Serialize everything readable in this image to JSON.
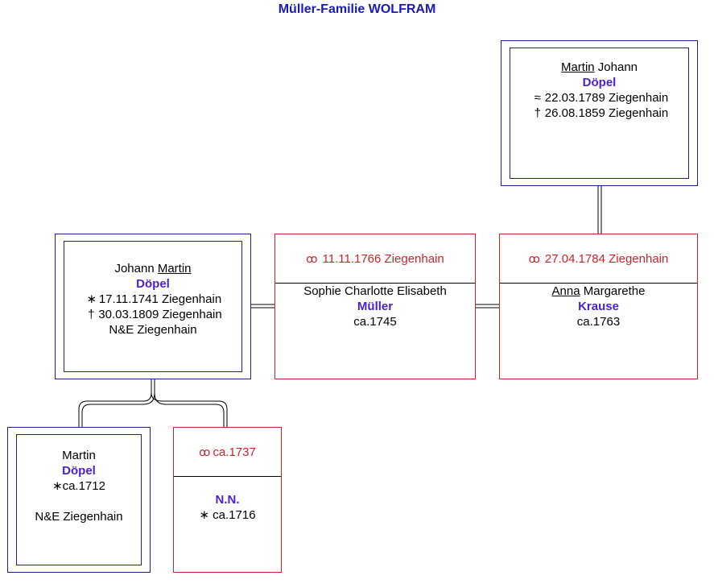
{
  "title": "Müller-Familie WOLFRAM",
  "persons": {
    "martin_johann": {
      "given_first": "Martin",
      "given_rest": " Johann",
      "surname": "Döpel",
      "line1_sym": "≈",
      "line1": "22.03.1789 Ziegenhain",
      "line2_sym": "†",
      "line2": "26.08.1859 Ziegenhain"
    },
    "johann_martin": {
      "given_pre": "Johann ",
      "given_underlined": "Martin",
      "surname": "Döpel",
      "line1_sym": "∗",
      "line1": "17.11.1741 Ziegenhain",
      "line2_sym": "†",
      "line2": "30.03.1809 Ziegenhain",
      "line3": "N&E Ziegenhain"
    },
    "martin": {
      "given": "Martin",
      "surname": "Döpel",
      "line1": "∗ca.1712",
      "line3": "N&E Ziegenhain"
    }
  },
  "spouses": {
    "sophie": {
      "marriage_sym": "ꝏ",
      "marriage": "11.11.1766 Ziegenhain",
      "given": "Sophie Charlotte Elisabeth",
      "surname": "Müller",
      "line1": "ca.1745"
    },
    "anna": {
      "marriage_sym": "ꝏ",
      "marriage": "27.04.1784 Ziegenhain",
      "given_underlined": "Anna",
      "given_rest": " Margarethe",
      "surname": "Krause",
      "line1": "ca.1763"
    },
    "nn": {
      "marriage_sym": "ꝏ",
      "marriage": "ca.1737",
      "surname": "N.N.",
      "line1": "∗ ca.1716"
    }
  }
}
